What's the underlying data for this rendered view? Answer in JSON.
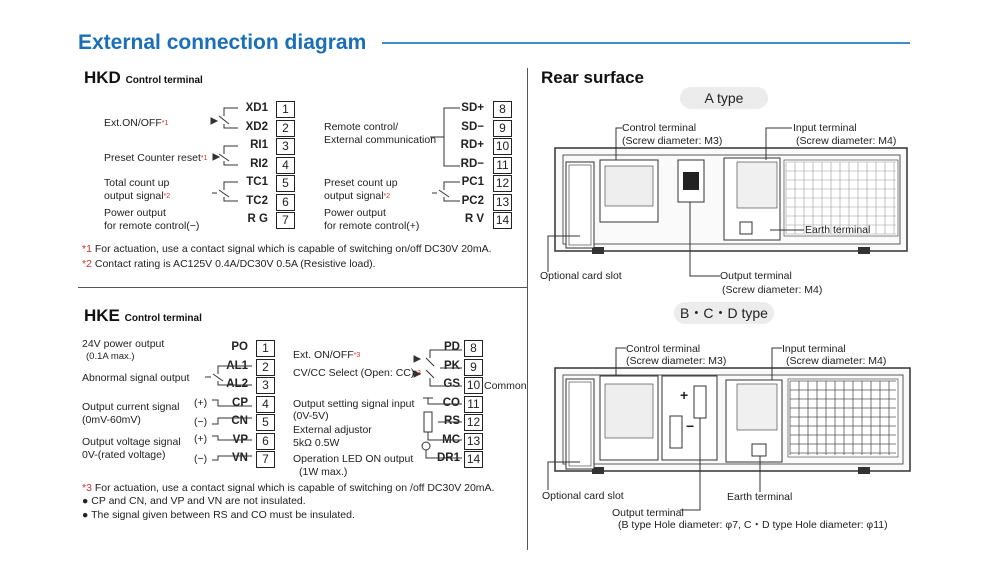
{
  "title": "External connection diagram",
  "hkd": {
    "heading": "HKD",
    "sub": "Control terminal",
    "left_labels": [
      {
        "text": "Ext.ON/OFF",
        "sup": "*1"
      },
      {
        "text": "Preset Counter reset",
        "sup": "*1"
      },
      {
        "text": "Total count up",
        "sup": ""
      },
      {
        "text": "output signal",
        "sup": "*2"
      },
      {
        "text": "Power output",
        "sup": ""
      },
      {
        "text": "for remote control(−)",
        "sup": ""
      }
    ],
    "right_labels": [
      {
        "text": "Remote control/",
        "sup": ""
      },
      {
        "text": "External communication",
        "sup": ""
      },
      {
        "text": "Preset count up",
        "sup": ""
      },
      {
        "text": "output signal",
        "sup": "*2"
      },
      {
        "text": "Power output",
        "sup": ""
      },
      {
        "text": "for remote control(+)",
        "sup": ""
      }
    ],
    "left_pins": [
      {
        "name": "XD1",
        "num": "1"
      },
      {
        "name": "XD2",
        "num": "2"
      },
      {
        "name": "RI1",
        "num": "3"
      },
      {
        "name": "RI2",
        "num": "4"
      },
      {
        "name": "TC1",
        "num": "5"
      },
      {
        "name": "TC2",
        "num": "6"
      },
      {
        "name": "R G",
        "num": "7"
      }
    ],
    "right_pins": [
      {
        "name": "SD+",
        "num": "8"
      },
      {
        "name": "SD−",
        "num": "9"
      },
      {
        "name": "RD+",
        "num": "10"
      },
      {
        "name": "RD−",
        "num": "11"
      },
      {
        "name": "PC1",
        "num": "12"
      },
      {
        "name": "PC2",
        "num": "13"
      },
      {
        "name": "R V",
        "num": "14"
      }
    ],
    "notes": [
      "*1 For actuation, use a contact signal which is capable of switching on/off DC30V 20mA.",
      "*2 Contact rating is AC125V 0.4A/DC30V 0.5A (Resistive load)."
    ]
  },
  "hke": {
    "heading": "HKE",
    "sub": "Control terminal",
    "left_labels": [
      {
        "text": "24V power output",
        "sup": ""
      },
      {
        "text": "(0.1A max.)",
        "sup": ""
      },
      {
        "text": "Abnormal signal output",
        "sup": ""
      },
      {
        "text": "Output current signal",
        "sup": ""
      },
      {
        "text": "(0mV-60mV)",
        "sup": ""
      },
      {
        "text": "Output voltage signal",
        "sup": ""
      },
      {
        "text": "0V-(rated voltage)",
        "sup": ""
      }
    ],
    "polarity": [
      "(+)",
      "(−)",
      "(+)",
      "(−)"
    ],
    "right_labels": [
      {
        "text": "Ext. ON/OFF",
        "sup": "*3"
      },
      {
        "text": "CV/CC Select (Open: CC)",
        "sup": "*3"
      },
      {
        "text": "Output setting signal input",
        "sup": ""
      },
      {
        "text": "(0V-5V)",
        "sup": ""
      },
      {
        "text": "External adjustor",
        "sup": ""
      },
      {
        "text": "5kΩ  0.5W",
        "sup": ""
      },
      {
        "text": "Operation LED ON output",
        "sup": ""
      },
      {
        "text": "(1W max.)",
        "sup": ""
      }
    ],
    "common": "Common",
    "left_pins": [
      {
        "name": "PO",
        "num": "1"
      },
      {
        "name": "AL1",
        "num": "2"
      },
      {
        "name": "AL2",
        "num": "3"
      },
      {
        "name": "CP",
        "num": "4"
      },
      {
        "name": "CN",
        "num": "5"
      },
      {
        "name": "VP",
        "num": "6"
      },
      {
        "name": "VN",
        "num": "7"
      }
    ],
    "right_pins": [
      {
        "name": "PD",
        "num": "8"
      },
      {
        "name": "PK",
        "num": "9"
      },
      {
        "name": "GS",
        "num": "10"
      },
      {
        "name": "CO",
        "num": "11"
      },
      {
        "name": "RS",
        "num": "12"
      },
      {
        "name": "MC",
        "num": "13"
      },
      {
        "name": "DR1",
        "num": "14"
      }
    ],
    "notes": [
      "*3 For actuation, use a contact signal which is capable of switching on /off DC30V 20mA.",
      "●  CP and CN, and VP and VN are not insulated.",
      "●  The signal given between RS and CO must be insulated."
    ]
  },
  "rear": {
    "heading": "Rear surface",
    "a_type": {
      "pill": "A type",
      "control_terminal": "Control terminal",
      "control_screw": "(Screw diameter: M3)",
      "input_terminal": "Input terminal",
      "input_screw": "(Screw diameter: M4)",
      "earth_terminal": "Earth terminal",
      "output_terminal": "Output terminal",
      "output_screw": "(Screw diameter: M4)",
      "optional_slot": "Optional card slot"
    },
    "bcd_type": {
      "pill": "B・C・D type",
      "control_terminal": "Control terminal",
      "control_screw": "(Screw diameter: M3)",
      "input_terminal": "Input terminal",
      "input_screw": "(Screw diameter: M4)",
      "earth_terminal": "Earth terminal",
      "output_terminal": "Output terminal",
      "output_hole": "(B type Hole diameter: φ7, C・D type Hole diameter: φ11)",
      "optional_slot": "Optional card slot",
      "plus": "+",
      "minus": "−"
    }
  }
}
